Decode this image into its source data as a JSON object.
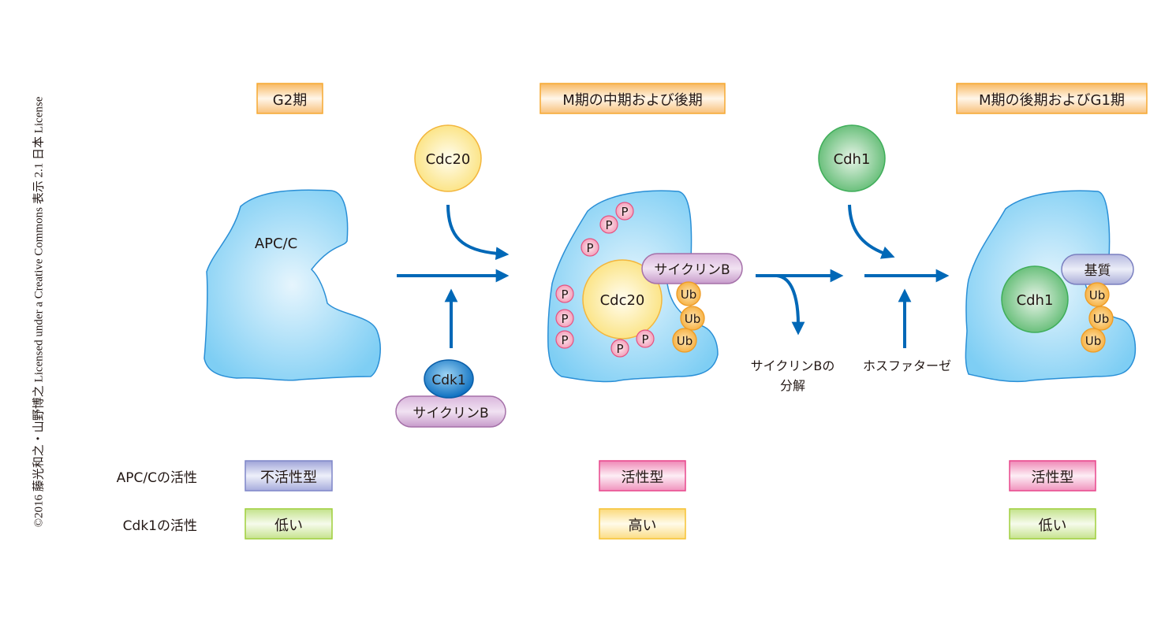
{
  "copyright": "©2016 藤光和之・山野博之 Licensed under a Creative Commons 表示 2.1 日本 License",
  "phases": [
    {
      "label": "G2期"
    },
    {
      "label": "M期の中期および後期"
    },
    {
      "label": "M期の後期およびG1期"
    }
  ],
  "complex_label": "APC/C",
  "cdc20_free": "Cdc20",
  "cdh1_free": "Cdh1",
  "cdk1": "Cdk1",
  "cyclin_b": "サイクリンB",
  "stage2": {
    "cdc20": "Cdc20",
    "cyclin_b": "サイクリンB",
    "phospho": [
      "P",
      "P",
      "P",
      "P",
      "P",
      "P",
      "P",
      "P"
    ],
    "ubiquitin": [
      "Ub",
      "Ub",
      "Ub"
    ]
  },
  "stage3": {
    "cdh1": "Cdh1",
    "substrate": "基質",
    "ubiquitin": [
      "Ub",
      "Ub",
      "Ub"
    ]
  },
  "annotations": {
    "cyclin_degradation_line1": "サイクリンBの",
    "cyclin_degradation_line2": "分解",
    "phosphatase": "ホスファターゼ"
  },
  "activity_rows": [
    {
      "label": "APC/Cの活性",
      "values": [
        "不活性型",
        "活性型",
        "活性型"
      ],
      "kinds": [
        "inactive",
        "active",
        "active"
      ]
    },
    {
      "label": "Cdk1の活性",
      "values": [
        "低い",
        "高い",
        "低い"
      ],
      "kinds": [
        "low",
        "high",
        "low"
      ]
    }
  ],
  "colors": {
    "arrow": "#0068b7",
    "apc_fill": "#7ecef4",
    "apc_stroke": "#2a8fd6",
    "phase_box": "#f6a932",
    "inactive_box": "#7f86c8",
    "active_box": "#e8468c",
    "low_box": "#9fcf3c",
    "high_box": "#f6c232"
  }
}
